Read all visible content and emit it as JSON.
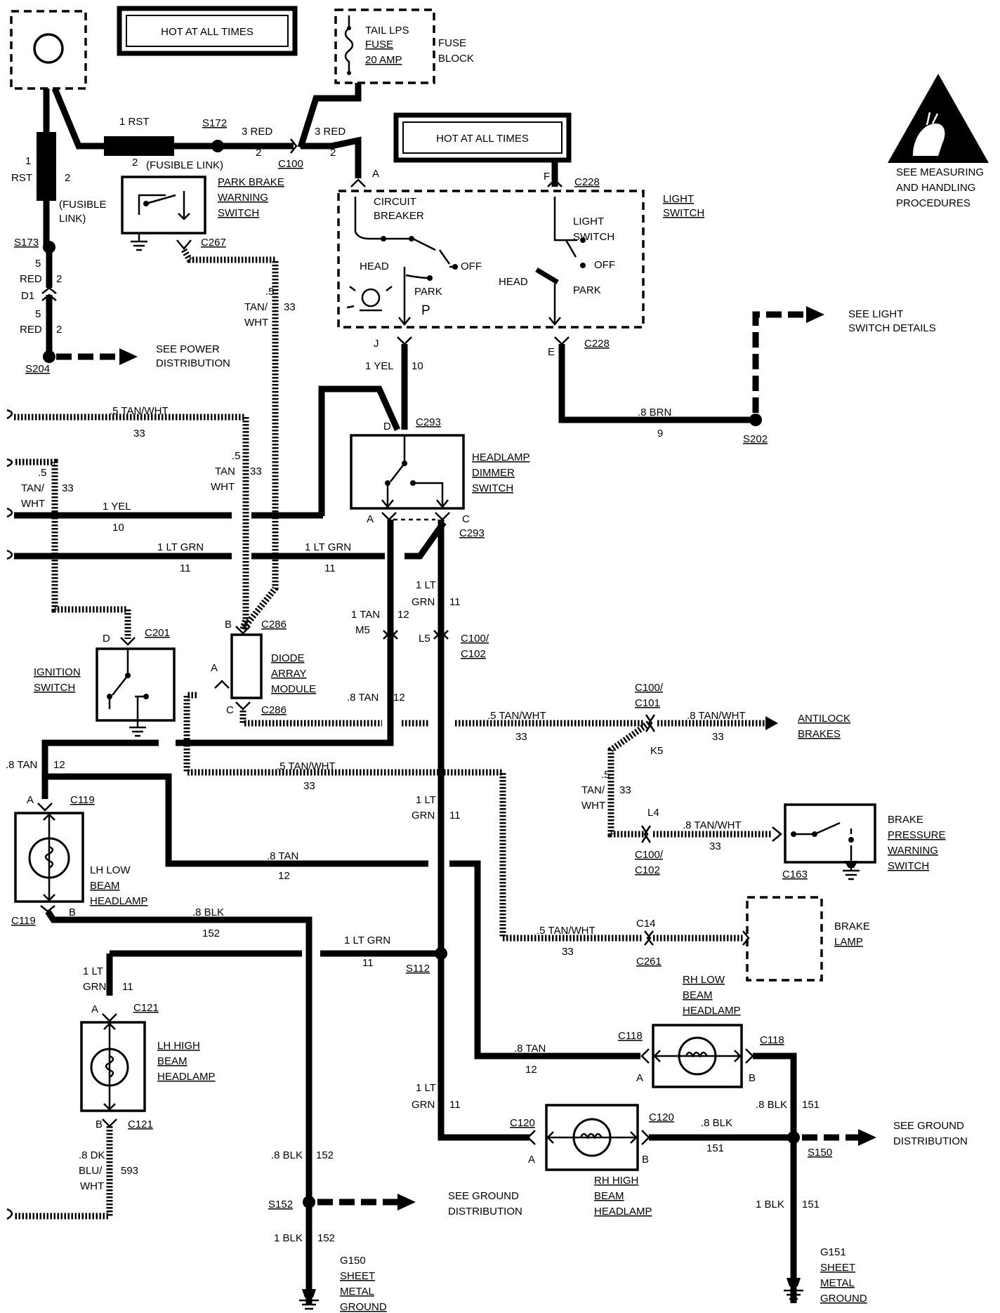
{
  "labels": {
    "hot_1": "HOT AT ALL TIMES",
    "hot_2": "HOT AT ALL TIMES",
    "fuse_1": "TAIL LPS",
    "fuse_2": "FUSE",
    "fuse_3": "20 AMP",
    "fuse_block_1": "FUSE",
    "fuse_block_2": "BLOCK",
    "esd_1": "SEE MEASURING",
    "esd_2": "AND HANDLING",
    "esd_3": "PROCEDURES",
    "w_1rst_top": "1 RST",
    "w_2_top": "2",
    "fusible_link_top": "(FUSIBLE LINK)",
    "s172": "S172",
    "w_3red_a": "3 RED",
    "w_2_a": "2",
    "c100_top": "C100",
    "w_3red_b": "3 RED",
    "w_2_b": "2",
    "w_1_left": "1",
    "rst_left": "RST",
    "w_2_left": "2",
    "fusible_1": "(FUSIBLE",
    "fusible_2": "LINK)",
    "s173": "S173",
    "w_5a": "5",
    "red_a": "RED",
    "w_2c": "2",
    "d1": "D1",
    "w_5b": "5",
    "red_b": "RED",
    "w_2d": "2",
    "s204": "S204",
    "see_power_1": "SEE POWER",
    "see_power_2": "DISTRIBUTION",
    "park_1": "PARK BRAKE",
    "park_2": "WARNING",
    "park_3": "SWITCH",
    "c267": "C267",
    "w_5_tan_1": ".5",
    "w_5_tan_2": "TAN/",
    "w_5_tan_3": "WHT",
    "w_33_a": "33",
    "pin_a_top": "A",
    "pin_f_top": "F",
    "c228_top": "C228",
    "circuit_1": "CIRCUIT",
    "circuit_2": "BREAKER",
    "ls_1": "LIGHT",
    "ls_2": "SWITCH",
    "light_sw_1": "LIGHT",
    "light_sw_2": "SWITCH",
    "head_l": "HEAD",
    "off_l": "OFF",
    "park_l": "PARK",
    "head_r": "HEAD",
    "off_r": "OFF",
    "park_r": "PARK",
    "p_sym": "P",
    "pin_j": "J",
    "pin_e": "E",
    "c228_bot": "C228",
    "w_1yel_top": "1 YEL",
    "w_10_top": "10",
    "see_light_1": "SEE LIGHT",
    "see_light_2": "SWITCH DETAILS",
    "w_8brn": ".8 BRN",
    "w_9": "9",
    "s202": "S202",
    "pin_d_dim": "D",
    "c293_top": "C293",
    "dimmer_1": "HEADLAMP",
    "dimmer_2": "DIMMER",
    "dimmer_3": "SWITCH",
    "pin_a_dim": "A",
    "pin_c_dim": "C",
    "c293_bot": "C293",
    "tw_top_1": ".5  TAN/WHT",
    "tw_top_2": "33",
    "tw_left_1": ".5",
    "tw_left_2": "TAN/",
    "tw_left_3": "WHT",
    "tw_left_4": "33",
    "tw_mid_1": ".5",
    "tw_mid_2": "TAN",
    "tw_mid_3": "WHT",
    "tw_mid_4": "33",
    "yel_1": "1 YEL",
    "yel_2": "10",
    "ltgrn_a1": "1 LT GRN",
    "ltgrn_a2": "11",
    "ltgrn_b1": "1 LT GRN",
    "ltgrn_b2": "11",
    "ltgrn_v1": "1 LT",
    "ltgrn_v2": "GRN",
    "ltgrn_v3": "11",
    "tan_v1": "1 TAN",
    "tan_v2": "12",
    "m5": "M5",
    "l5": "L5",
    "c100_c102_1": "C100/",
    "c100_c102_2": "C102",
    "pin_d_ign": "D",
    "c201": "C201",
    "ign_1": "IGNITION",
    "ign_2": "SWITCH",
    "pin_b_diode": "B",
    "c286_top": "C286",
    "diode_1": "DIODE",
    "diode_2": "ARRAY",
    "diode_3": "MODULE",
    "pin_a_diode": "A",
    "pin_c_diode": "C",
    "c286_bot": "C286",
    "tan_8a_1": ".8 TAN",
    "tan_8a_2": "12",
    "tw_ab_1": ".5  TAN/WHT",
    "tw_ab_2": "33",
    "c100_c101_1": "C100/",
    "c100_c101_2": "C101",
    "tw_ab2_1": ".8  TAN/WHT",
    "tw_ab2_2": "33",
    "k5": "K5",
    "antilock_1": "ANTILOCK",
    "antilock_2": "BRAKES",
    "tan_8b_1": ".8 TAN",
    "tan_8b_2": "12",
    "pin_a_lhl": "A",
    "c119_top": "C119",
    "tw_mid2_1": ".5  TAN/WHT",
    "tw_mid2_2": "33",
    "ltgrn_v4": "1 LT",
    "ltgrn_v5": "GRN",
    "ltgrn_v6": "11",
    "tw_v2_1": ".5",
    "tw_v2_2": "TAN/",
    "tw_v2_3": "WHT",
    "tw_v2_4": "33",
    "l4": "L4",
    "tw_bp_1": ".8  TAN/WHT",
    "tw_bp_2": "33",
    "c100_c102b_1": "C100/",
    "c100_c102b_2": "C102",
    "brake_p_1": "BRAKE",
    "brake_p_2": "PRESSURE",
    "brake_p_3": "WARNING",
    "brake_p_4": "SWITCH",
    "c163": "C163",
    "lhl_1": "LH LOW",
    "lhl_2": "BEAM",
    "lhl_3": "HEADLAMP",
    "tan_8c_1": ".8 TAN",
    "tan_8c_2": "12",
    "c119_bot": "C119",
    "pin_b_lhl": "B",
    "blk_8a_1": ".8 BLK",
    "blk_8a_2": "152",
    "ltgrn_h1": "1 LT GRN",
    "ltgrn_h2": "11",
    "s112": "S112",
    "tw_bl_1": ".5  TAN/WHT",
    "tw_bl_2": "33",
    "c14": "C14",
    "c261": "C261",
    "brake_lamp_1": "BRAKE",
    "brake_lamp_2": "LAMP",
    "ltgrn_lh_1": "1 LT",
    "ltgrn_lh_2": "GRN",
    "ltgrn_lh_3": "11",
    "pin_a_lhh": "A",
    "c121_top": "C121",
    "lhh_1": "LH  HIGH",
    "lhh_2": "BEAM",
    "lhh_3": "HEADLAMP",
    "pin_b_lhh": "B",
    "c121_bot": "C121",
    "rhl_1": "RH LOW",
    "rhl_2": "BEAM",
    "rhl_3": "HEADLAMP",
    "c118_l": "C118",
    "c118_r": "C118",
    "tan_8d_1": ".8 TAN",
    "tan_8d_2": "12",
    "pin_a_rhl": "A",
    "pin_b_rhl": "B",
    "ltgrn_r1": "1 LT",
    "ltgrn_r2": "GRN",
    "ltgrn_r3": "11",
    "c120_l": "C120",
    "c120_r": "C120",
    "blk_8b_1": ".8 BLK",
    "blk_8b_2": "151",
    "blk_8c_1": ".8 BLK",
    "blk_8c_2": "151",
    "pin_a_rhh": "A",
    "pin_b_rhh": "B",
    "rhh_1": "RH HIGH",
    "rhh_2": "BEAM",
    "rhh_3": "HEADLAMP",
    "s150": "S150",
    "see_gnd_r_1": "SEE GROUND",
    "see_gnd_r_2": "DISTRIBUTION",
    "dkblu_1": ".8 DK",
    "dkblu_2": "BLU/",
    "dkblu_3": "WHT",
    "dkblu_4": "593",
    "blk_8d_1": ".8 BLK",
    "blk_8d_2": "152",
    "s152": "S152",
    "see_gnd_l_1": "SEE GROUND",
    "see_gnd_l_2": "DISTRIBUTION",
    "blk_1a_1": "1 BLK",
    "blk_1a_2": "152",
    "g150_1": "G150",
    "g150_2": "SHEET",
    "g150_3": "METAL",
    "g150_4": "GROUND",
    "blk_1b_1": "1 BLK",
    "blk_1b_2": "151",
    "g151_1": "G151",
    "g151_2": "SHEET",
    "g151_3": "METAL",
    "g151_4": "GROUND"
  }
}
